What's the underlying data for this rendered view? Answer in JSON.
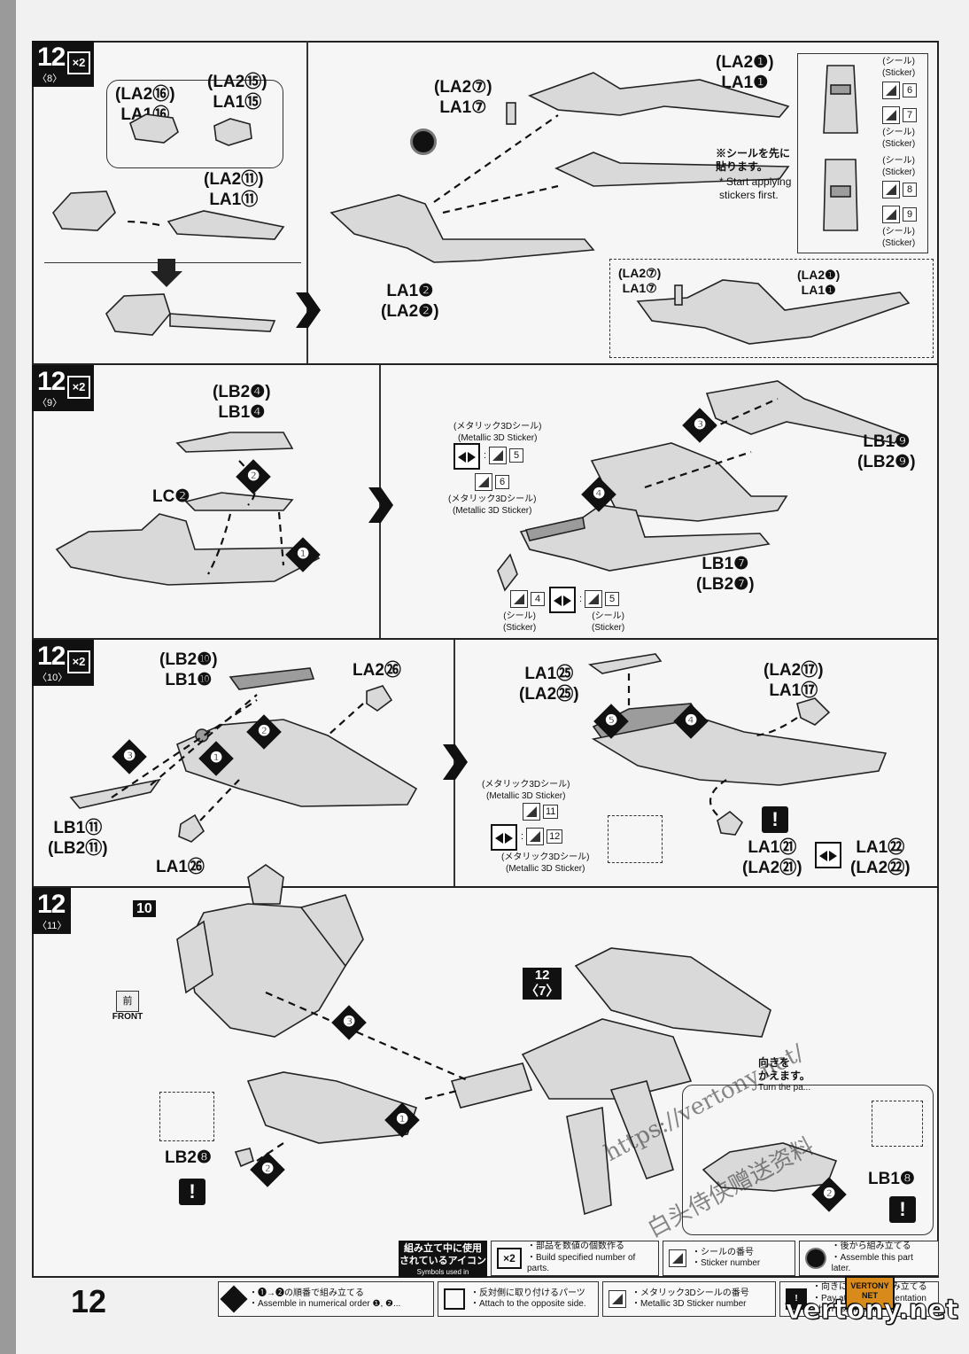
{
  "page": {
    "number": "12"
  },
  "steps": [
    {
      "id": "s8",
      "num": "12",
      "sub": "〈8〉",
      "mult": "×2",
      "labels": {
        "p16": "(LA2⑯)\nLA1⑯",
        "p15": "(LA2⑮)\nLA1⑮",
        "p11": "(LA2⑪)\nLA1⑪",
        "p7": "(LA2⑦)\nLA1⑦",
        "p1": "(LA2❶)\nLA1❶",
        "p2": "LA1❷\n(LA2❷)",
        "d7": "(LA2⑦)\nLA1⑦",
        "d1": "(LA2❶)\nLA1❶"
      },
      "note_jp": "※シールを先に\n貼ります。",
      "note_en": "* Start applying\nstickers first.",
      "stickers": [
        {
          "label": "(シール)\n(Sticker)",
          "num": "6"
        },
        {
          "label": "(シール)\n(Sticker)",
          "num": "7"
        },
        {
          "label": "(シール)\n(Sticker)",
          "num": "8"
        },
        {
          "label": "(シール)\n(Sticker)",
          "num": "9"
        }
      ]
    },
    {
      "id": "s9",
      "num": "12",
      "sub": "〈9〉",
      "mult": "×2",
      "labels": {
        "lb4": "(LB2❹)\nLB1❹",
        "lc2": "LC❷",
        "lb9": "LB1❾\n(LB2❾)",
        "lb7": "LB1❼\n(LB2❼)"
      },
      "metallic": "(メタリック3Dシール)\n(Metallic 3D Sticker)",
      "sticker_caption": "(シール)\n(Sticker)",
      "sticker_nums": [
        "5",
        "6",
        "4",
        "5"
      ],
      "order": [
        "❶",
        "❷",
        "❸",
        "❹"
      ]
    },
    {
      "id": "s10",
      "num": "12",
      "sub": "〈10〉",
      "mult": "×2",
      "labels": {
        "lb10": "(LB2❿)\nLB1❿",
        "la26": "LA2㉖",
        "lb11": "LB1⑪\n(LB2⑪)",
        "la126": "LA1㉖",
        "la25": "LA1㉕\n(LA2㉕)",
        "la17": "(LA2⑰)\nLA1⑰",
        "la21": "LA1㉑\n(LA2㉑)",
        "la22": "LA1㉒\n(LA2㉒)"
      },
      "metallic": "(メタリック3Dシール)\n(Metallic 3D Sticker)",
      "sticker_nums": [
        "11",
        "12"
      ],
      "order": [
        "❶",
        "❷",
        "❸",
        "❹",
        "❺"
      ]
    },
    {
      "id": "s11",
      "num": "12",
      "sub": "〈11〉",
      "mult": "",
      "labels": {
        "ref10": "10",
        "ref12": "12\n〈7〉",
        "front_jp": "前",
        "front_en": "FRONT",
        "lb28": "LB2❽",
        "lb18": "LB1❽",
        "turn_jp": "向きを\nかえます。",
        "turn_en": "Turn the pa..."
      },
      "order": [
        "❶",
        "❷",
        "❸"
      ]
    }
  ],
  "legend": {
    "title_jp": "組み立て中に使用\nされているアイコン",
    "title_en": "Symbols used in instructions",
    "items": [
      {
        "icon": "×2",
        "jp": "・部品を数値の個数作る",
        "en": "・Build specified number of parts."
      },
      {
        "icon": "sticker",
        "jp": "・シールの番号",
        "en": "・Sticker number"
      },
      {
        "icon": "later",
        "jp": "・後から組み立てる",
        "en": "・Assemble this part later."
      }
    ],
    "row2": [
      {
        "icon": "order",
        "jp": "・❶→❷の順番で組み立てる",
        "en": "・Assemble in numerical order ❶, ❷..."
      },
      {
        "icon": "opposite",
        "jp": "・反対側に取り付けるパーツ",
        "en": "・Attach to the opposite side."
      },
      {
        "icon": "metallic",
        "jp": "・メタリック3Dシールの番号",
        "en": "・Metallic 3D Sticker number"
      },
      {
        "icon": "caution",
        "jp": "・向きに注意して組み立てる",
        "en": "・Pay attention to orientation when assembling."
      }
    ]
  },
  "watermark": {
    "url": "https://vertony.net/",
    "cn": "白头侍侠赠送资料",
    "brand": "vertony.net",
    "badge": "VERTONY\nNET"
  }
}
